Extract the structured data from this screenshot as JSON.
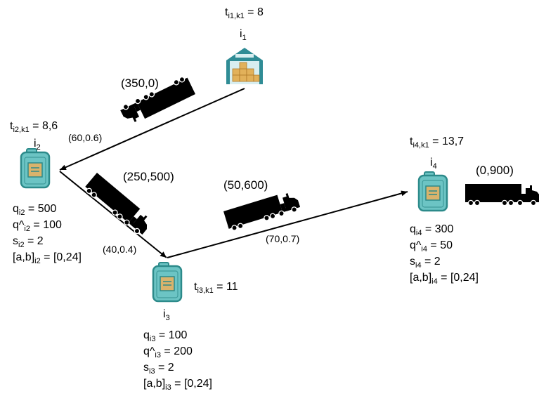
{
  "nodes": {
    "i1": {
      "label": "i",
      "label_sub": "1",
      "time_name": "t",
      "time_sub": "i1,k1",
      "time_value": " = 8"
    },
    "i2": {
      "label": "i",
      "label_sub": "2",
      "time_name": "t",
      "time_sub": "i2,k1",
      "time_value": " = 8,6",
      "attrs": [
        {
          "name": "q",
          "sub": "i2",
          "value": " = 500"
        },
        {
          "name": "q^",
          "sub": "i2",
          "value": " = 100"
        },
        {
          "name": "s",
          "sub": "i2",
          "value": " = 2"
        },
        {
          "name": "[a,b]",
          "sub": "i2",
          "value": " = [0,24]"
        }
      ]
    },
    "i3": {
      "label": "i",
      "label_sub": "3",
      "time_name": "t",
      "time_sub": "i3,k1",
      "time_value": " = 11",
      "attrs": [
        {
          "name": "q",
          "sub": "i3",
          "value": " = 100"
        },
        {
          "name": "q^",
          "sub": "i3",
          "value": " = 200"
        },
        {
          "name": "s",
          "sub": "i3",
          "value": " = 2"
        },
        {
          "name": "[a,b]",
          "sub": "i3",
          "value": " = [0,24]"
        }
      ]
    },
    "i4": {
      "label": "i",
      "label_sub": "4",
      "time_name": "t",
      "time_sub": "i4,k1",
      "time_value": " = 13,7",
      "attrs": [
        {
          "name": "q",
          "sub": "i4",
          "value": " = 300"
        },
        {
          "name": "q^",
          "sub": "i4",
          "value": " = 50"
        },
        {
          "name": "s",
          "sub": "i4",
          "value": " = 2"
        },
        {
          "name": "[a,b]",
          "sub": "i4",
          "value": " = [0,24]"
        }
      ]
    }
  },
  "edges": {
    "i1_i2": {
      "label": "(60,0.6)"
    },
    "i2_i3": {
      "label": "(40,0.4)"
    },
    "i3_i4": {
      "label": "(70,0.7)"
    }
  },
  "loads": {
    "truck1": "(350,0)",
    "truck2": "(250,500)",
    "truck3": "(50,600)",
    "truck4": "(0,900)"
  },
  "colors": {
    "tank_body": "#6cc4c4",
    "tank_outline": "#2c8a8a",
    "tank_label": "#d9b36c",
    "warehouse_roof": "#2f8c95",
    "warehouse_wall": "#d8eef0",
    "boxes": "#e2b15a",
    "truck": "#000000"
  }
}
